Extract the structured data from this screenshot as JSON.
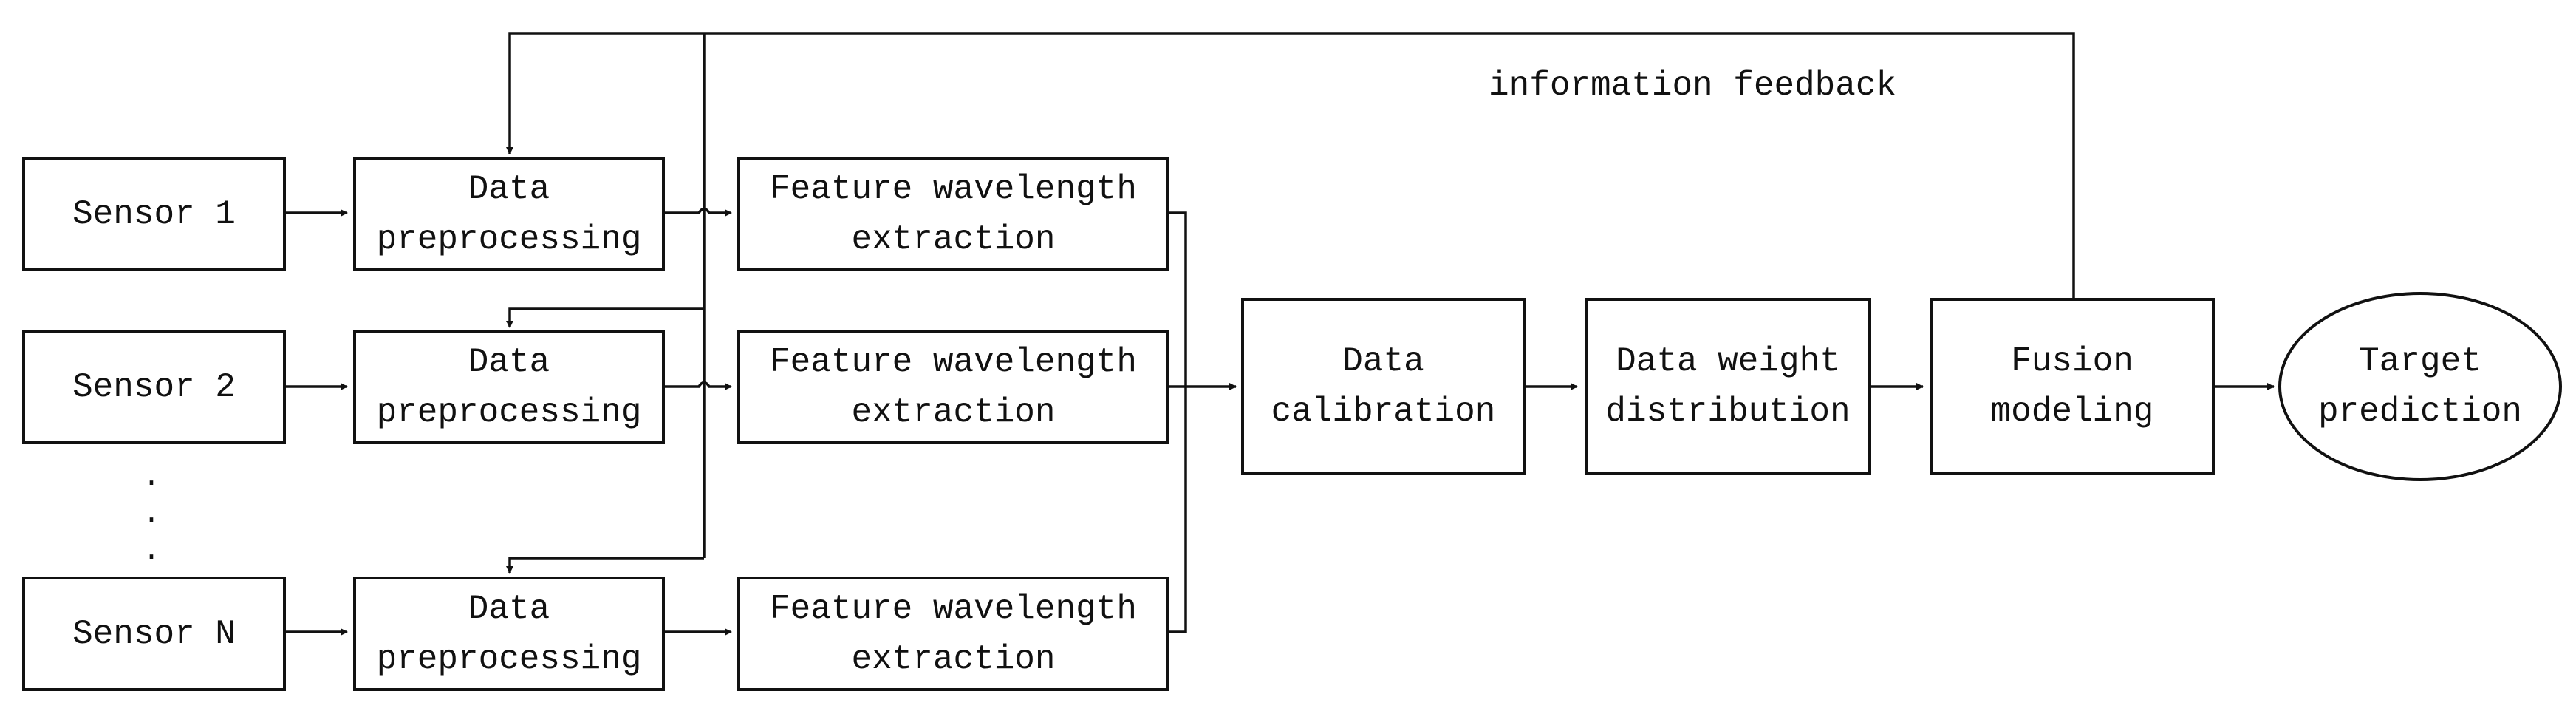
{
  "diagram": {
    "sensors": [
      "Sensor 1",
      "Sensor 2",
      "Sensor N"
    ],
    "preprocessing": [
      "Data\npreprocessing",
      "Data\npreprocessing",
      "Data\npreprocessing"
    ],
    "extraction": [
      "Feature wavelength\nextraction",
      "Feature wavelength\nextraction",
      "Feature wavelength\nextraction"
    ],
    "calibration": "Data\ncalibration",
    "weight": "Data weight\ndistribution",
    "fusion": "Fusion\nmodeling",
    "target": "Target\nprediction",
    "feedback_label": "information feedback",
    "ellipsis": "·\n·\n·"
  }
}
